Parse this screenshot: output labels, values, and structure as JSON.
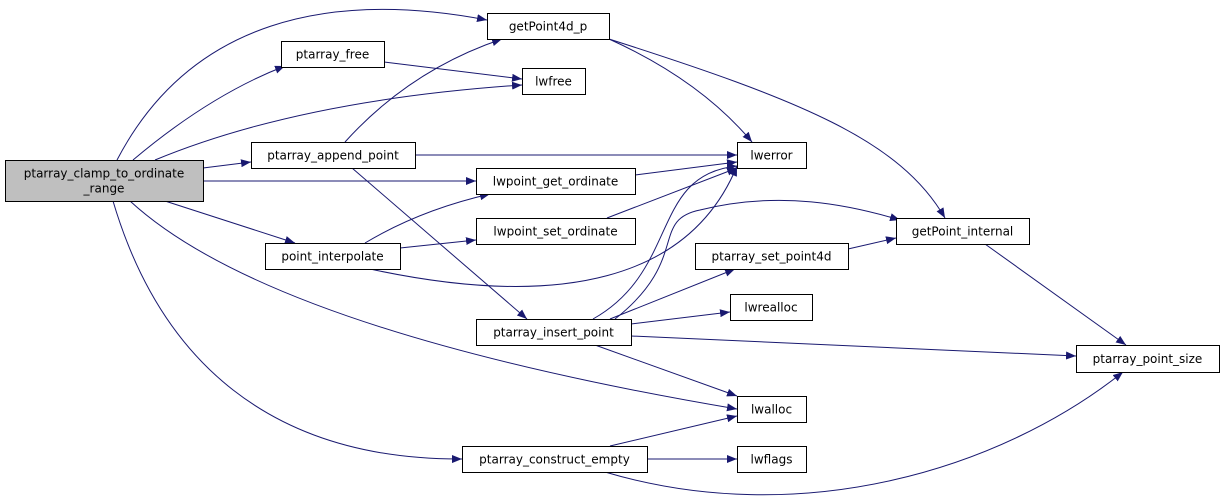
{
  "graph": {
    "edge_color": "#191970",
    "root_fill": "#bfbfbf",
    "nodes": [
      {
        "id": "clamp",
        "label_lines": [
          "ptarray_clamp_to_ordinate",
          "_range"
        ],
        "root": true
      },
      {
        "id": "ptarray_free",
        "label_lines": [
          "ptarray_free"
        ]
      },
      {
        "id": "getPoint4d_p",
        "label_lines": [
          "getPoint4d_p"
        ]
      },
      {
        "id": "lwfree",
        "label_lines": [
          "lwfree"
        ]
      },
      {
        "id": "ptarray_append_point",
        "label_lines": [
          "ptarray_append_point"
        ]
      },
      {
        "id": "lwpoint_get_ordinate",
        "label_lines": [
          "lwpoint_get_ordinate"
        ]
      },
      {
        "id": "lwerror",
        "label_lines": [
          "lwerror"
        ]
      },
      {
        "id": "lwpoint_set_ordinate",
        "label_lines": [
          "lwpoint_set_ordinate"
        ]
      },
      {
        "id": "point_interpolate",
        "label_lines": [
          "point_interpolate"
        ]
      },
      {
        "id": "getPoint_internal",
        "label_lines": [
          "getPoint_internal"
        ]
      },
      {
        "id": "ptarray_set_point4d",
        "label_lines": [
          "ptarray_set_point4d"
        ]
      },
      {
        "id": "lwrealloc",
        "label_lines": [
          "lwrealloc"
        ]
      },
      {
        "id": "ptarray_insert_point",
        "label_lines": [
          "ptarray_insert_point"
        ]
      },
      {
        "id": "ptarray_point_size",
        "label_lines": [
          "ptarray_point_size"
        ]
      },
      {
        "id": "lwalloc",
        "label_lines": [
          "lwalloc"
        ]
      },
      {
        "id": "ptarray_construct_empty",
        "label_lines": [
          "ptarray_construct_empty"
        ]
      },
      {
        "id": "lwflags",
        "label_lines": [
          "lwflags"
        ]
      }
    ],
    "edges": [
      {
        "from": "clamp",
        "to": "getPoint4d_p"
      },
      {
        "from": "clamp",
        "to": "ptarray_free"
      },
      {
        "from": "clamp",
        "to": "lwfree"
      },
      {
        "from": "clamp",
        "to": "ptarray_append_point"
      },
      {
        "from": "clamp",
        "to": "lwpoint_get_ordinate"
      },
      {
        "from": "clamp",
        "to": "point_interpolate"
      },
      {
        "from": "clamp",
        "to": "lwalloc"
      },
      {
        "from": "clamp",
        "to": "ptarray_construct_empty"
      },
      {
        "from": "ptarray_free",
        "to": "lwfree"
      },
      {
        "from": "getPoint4d_p",
        "to": "lwerror"
      },
      {
        "from": "getPoint4d_p",
        "to": "getPoint_internal"
      },
      {
        "from": "ptarray_append_point",
        "to": "getPoint4d_p"
      },
      {
        "from": "ptarray_append_point",
        "to": "lwerror"
      },
      {
        "from": "ptarray_append_point",
        "to": "ptarray_insert_point"
      },
      {
        "from": "lwpoint_get_ordinate",
        "to": "lwerror"
      },
      {
        "from": "lwpoint_set_ordinate",
        "to": "lwerror"
      },
      {
        "from": "point_interpolate",
        "to": "lwpoint_get_ordinate"
      },
      {
        "from": "point_interpolate",
        "to": "lwpoint_set_ordinate"
      },
      {
        "from": "point_interpolate",
        "to": "lwerror"
      },
      {
        "from": "ptarray_insert_point",
        "to": "lwerror"
      },
      {
        "from": "ptarray_insert_point",
        "to": "getPoint_internal"
      },
      {
        "from": "ptarray_insert_point",
        "to": "ptarray_set_point4d"
      },
      {
        "from": "ptarray_insert_point",
        "to": "lwrealloc"
      },
      {
        "from": "ptarray_insert_point",
        "to": "ptarray_point_size"
      },
      {
        "from": "ptarray_insert_point",
        "to": "lwalloc"
      },
      {
        "from": "ptarray_set_point4d",
        "to": "getPoint_internal"
      },
      {
        "from": "getPoint_internal",
        "to": "ptarray_point_size"
      },
      {
        "from": "ptarray_construct_empty",
        "to": "lwalloc"
      },
      {
        "from": "ptarray_construct_empty",
        "to": "lwflags"
      },
      {
        "from": "ptarray_construct_empty",
        "to": "ptarray_point_size"
      }
    ]
  }
}
